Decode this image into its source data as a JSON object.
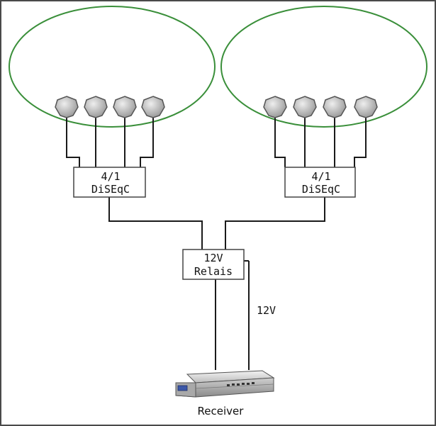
{
  "colors": {
    "dish_outline": "#3a8f3a",
    "wire": "#1a1a1a",
    "lnb_fill": "#c9c9c9",
    "lnb_stroke": "#555555",
    "receiver_body": "#d6d6d6"
  },
  "diseqc_left": {
    "line1": "4/1",
    "line2": "DiSEqC"
  },
  "diseqc_right": {
    "line1": "4/1",
    "line2": "DiSEqC"
  },
  "relay": {
    "line1": "12V",
    "line2": "Relais"
  },
  "voltage_label": "12V",
  "receiver": {
    "label": "Receiver",
    "icon": "receiver-icon"
  },
  "dishes": [
    {
      "lnb_count": 4
    },
    {
      "lnb_count": 4
    }
  ]
}
